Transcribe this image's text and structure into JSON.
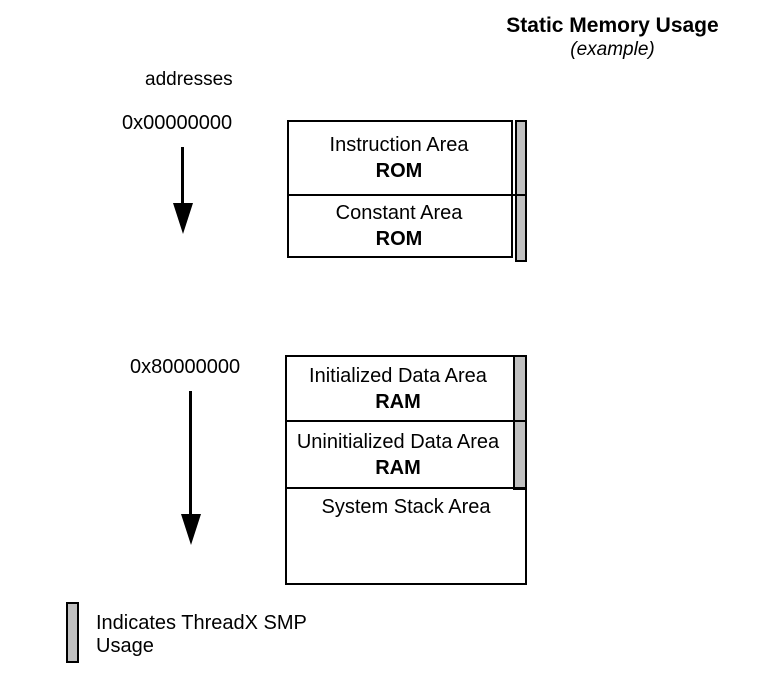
{
  "page": {
    "title": "Static Memory Usage",
    "subtitle": "(example)"
  },
  "labels": {
    "addresses": "addresses"
  },
  "colors": {
    "smp_bar_fill": "#c0c0c0",
    "line": "#000000",
    "background": "#ffffff"
  },
  "memory_maps": [
    {
      "start_address": "0x00000000",
      "sections": [
        {
          "name": "Instruction Area",
          "type": "ROM",
          "smp": true
        },
        {
          "name": "Constant Area",
          "type": "ROM",
          "smp": true
        }
      ]
    },
    {
      "start_address": "0x80000000",
      "sections": [
        {
          "name": "Initialized Data Area",
          "type": "RAM",
          "smp": true
        },
        {
          "name": "Uninitialized Data Area",
          "type": "RAM",
          "smp": true
        },
        {
          "name": "System Stack Area",
          "type": "",
          "smp": false
        }
      ]
    }
  ],
  "legend": {
    "line1": "Indicates ThreadX SMP",
    "line2": "Usage"
  }
}
